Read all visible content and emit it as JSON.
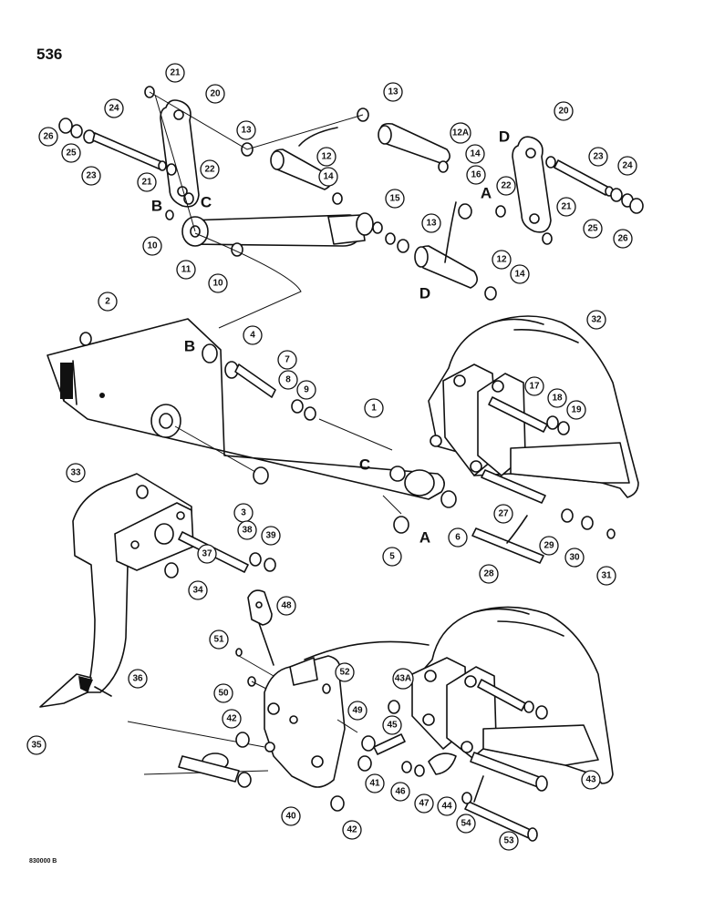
{
  "page_number": "536",
  "drawing_code": "830000 B",
  "reference_letters": [
    "A",
    "B",
    "C",
    "D"
  ],
  "callouts": [
    "1",
    "2",
    "3",
    "4",
    "5",
    "6",
    "7",
    "8",
    "9",
    "10",
    "11",
    "12",
    "12A",
    "13",
    "14",
    "15",
    "16",
    "17",
    "18",
    "19",
    "20",
    "21",
    "22",
    "23",
    "24",
    "25",
    "26",
    "27",
    "28",
    "29",
    "30",
    "31",
    "32",
    "33",
    "34",
    "35",
    "36",
    "37",
    "38",
    "39",
    "40",
    "41",
    "42",
    "43",
    "43A",
    "44",
    "45",
    "46",
    "47",
    "48",
    "49",
    "50",
    "51",
    "52",
    "53",
    "54"
  ]
}
